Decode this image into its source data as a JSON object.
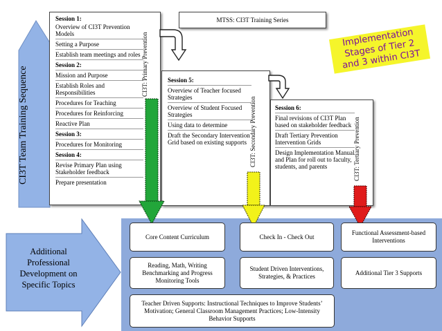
{
  "series_title": "MTSS: CI3T Training Series",
  "badge_lines": [
    "Implementation",
    "Stages of Tier 2",
    "and 3 within CI3T"
  ],
  "left_arrow_label": "CI3T Team Training Sequence",
  "sessions": {
    "s1": {
      "side_label": "CI3T: Primary Prevention",
      "groups": [
        {
          "heading": "Session 1:",
          "items": [
            "Overview of CI3T Prevention Models",
            "Setting a Purpose",
            "Establish team meetings and roles"
          ]
        },
        {
          "heading": "Session 2:",
          "items": [
            "Mission and Purpose",
            "Establish Roles and Responsibilities",
            "Procedures for Teaching",
            "Procedures for Reinforcing",
            "Reactive Plan"
          ]
        },
        {
          "heading": "Session 3:",
          "items": [
            "Procedures for Monitoring"
          ]
        },
        {
          "heading": "Session 4:",
          "items": [
            "Revise Primary Plan using Stakeholder feedback",
            "Prepare presentation"
          ]
        }
      ]
    },
    "s5": {
      "side_label": "CI3T: Secondary Prevention",
      "heading": "Session 5:",
      "items": [
        "Overview of Teacher focused Strategies",
        "Overview of Student Focused Strategies",
        "Using data to determine",
        "Draft the Secondary Intervention Grid based on existing supports"
      ]
    },
    "s6": {
      "side_label": "CI3T: Tertiary Prevention",
      "heading": "Session 6:",
      "items": [
        "Final revisions of CI3T Plan based on stakeholder feedback",
        "Draft Tertiary Prevention Intervention Grids",
        "Design Implementation Manual and Plan for roll out to faculty, students, and parents"
      ]
    }
  },
  "pd_arrow_label": "Additional Professional Development on Specific Topics",
  "pd_topics": {
    "core": "Core Content Curriculum",
    "checkin": "Check In - Check Out",
    "fba": "Functional Assessment-based Interventions",
    "reading": "Reading, Math, Writing Benchmarking and Progress Monitoring Tools",
    "student_driven": "Student Driven Interventions, Strategies, & Practices",
    "tier3": "Additional Tier 3 Supports",
    "teacher_driven": "Teacher Driven Supports: Instructional Techniques to Improve Students’ Motivation; General Classroom Management Practices; Low-Intensity Behavior Supports"
  },
  "colors": {
    "primary_arrow": "#22a63a",
    "secondary_arrow": "#f2f21a",
    "tertiary_arrow": "#e01b1b",
    "blue_arrow": "#93b3e6",
    "pd_panel": "#8eaadb",
    "badge": "#f5f52b",
    "badge_text": "#7a0f99"
  }
}
